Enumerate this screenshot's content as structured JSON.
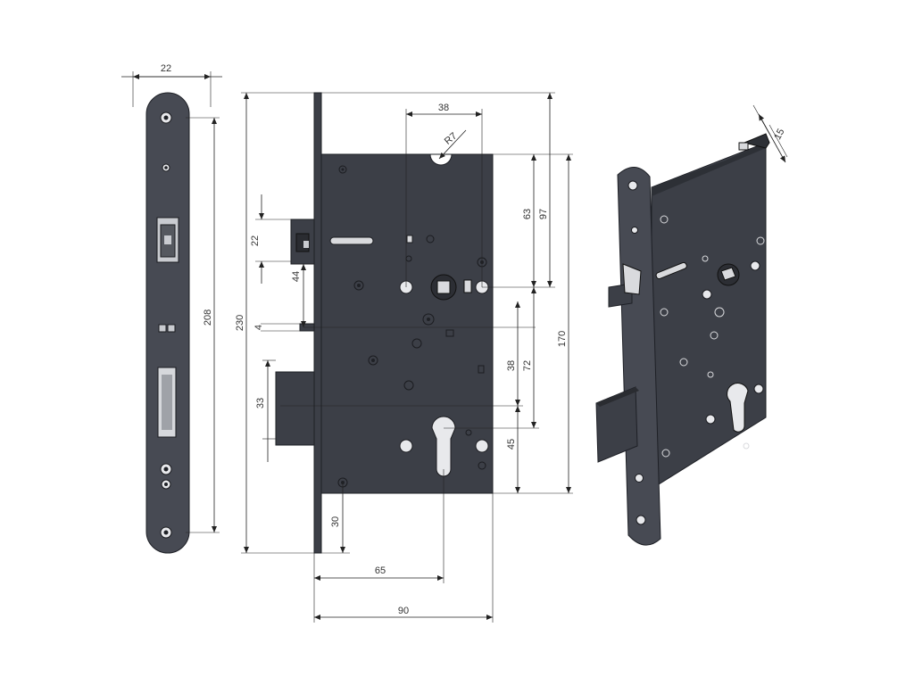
{
  "dimensions": {
    "faceplate_width": "22",
    "faceplate_screw_spacing": "208",
    "overall_height": "230",
    "case_height": "170",
    "hub_to_top": "38",
    "top_radius": "R7",
    "handle_to_top_a": "63",
    "handle_to_top_b": "97",
    "latch_height": "22",
    "latch_offset": "44",
    "faceplate_gap": "4",
    "bolt_height": "33",
    "handle_to_cylinder": "72",
    "bolt_offset": "38",
    "cylinder_to_bottom": "45",
    "backset": "65",
    "case_depth": "90",
    "bottom_offset": "30",
    "faceplate_thickness": "15"
  },
  "colors": {
    "body": "#3c3f47",
    "body_light": "#474a53",
    "outline": "#1e2026",
    "hole": "#e8e9ec",
    "dimension_line": "#222222"
  }
}
